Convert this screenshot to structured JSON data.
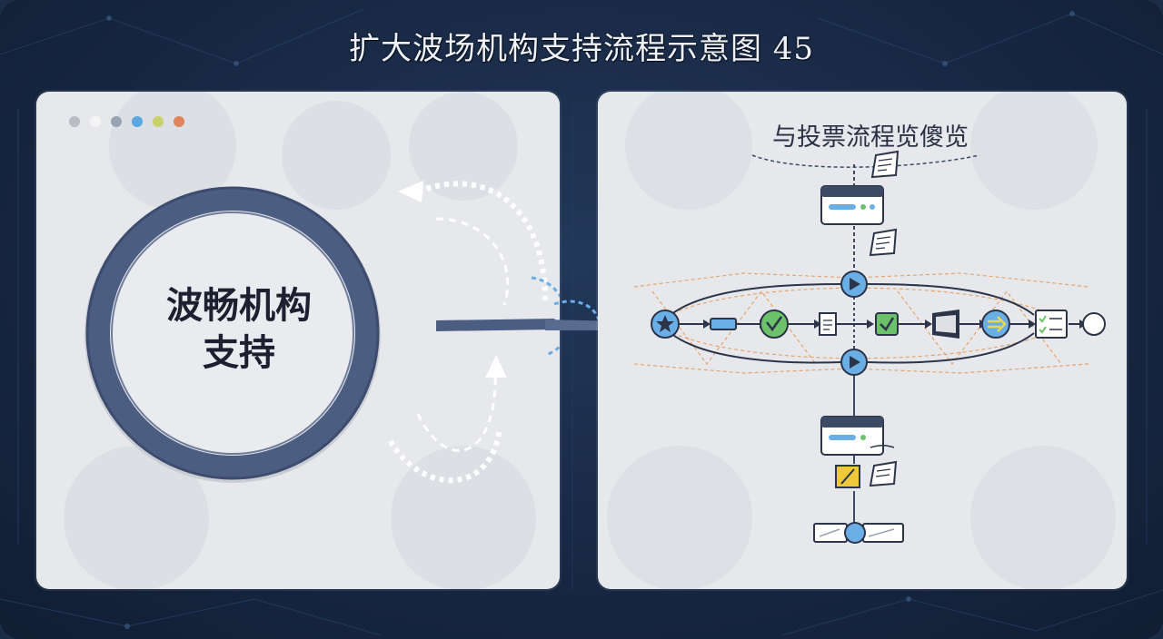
{
  "title": "扩大波场机构支持流程示意图 45",
  "left_panel": {
    "dot_colors": [
      "#b9bcc2",
      "#f4f4f4",
      "#9aa3b3",
      "#5aa8e0",
      "#c7d06a",
      "#e0845a"
    ],
    "ring_label_line1": "波畅机构",
    "ring_label_line2": "支持",
    "ring_color": "#4c5d82"
  },
  "right_panel": {
    "flow_title": "与投票流程览傻览",
    "accent_orange": "#e69a5a",
    "accent_blue": "#6aaee6",
    "accent_green": "#6cc26a"
  },
  "icons": [
    "star-icon",
    "check-icon",
    "document-icon",
    "play-icon",
    "arrow-right-icon",
    "checklist-icon",
    "server-icon",
    "folder-icon",
    "pencil-icon"
  ]
}
